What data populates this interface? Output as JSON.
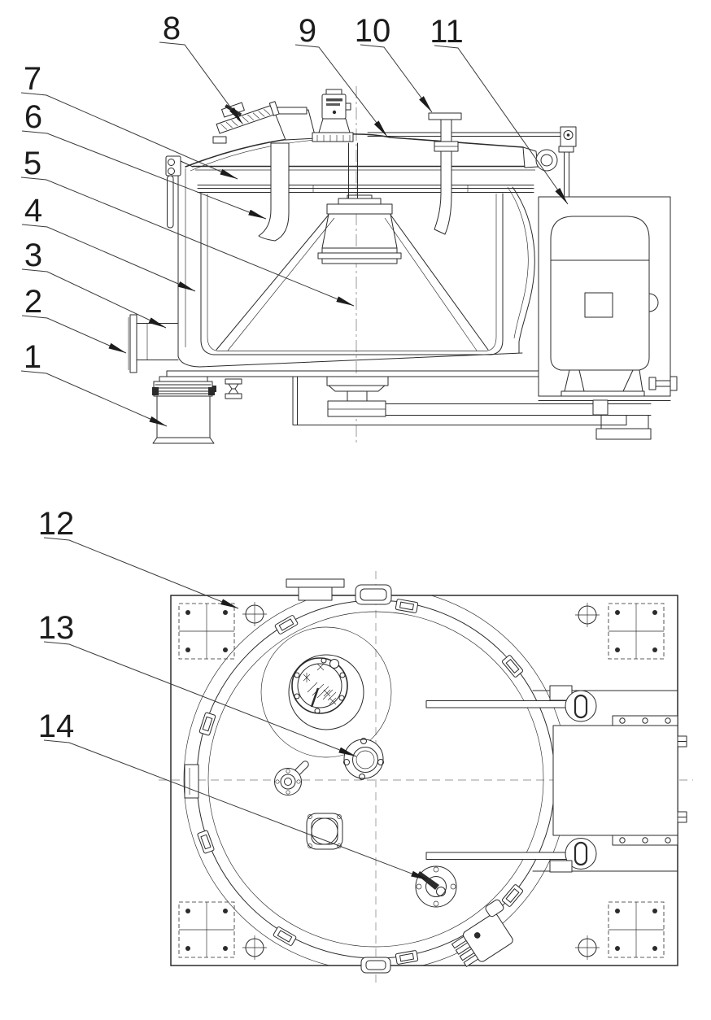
{
  "canvas": {
    "background": "#ffffff",
    "line_color": "#2b2b2b",
    "label_color": "#1c1c1c"
  },
  "views": {
    "side_view_callout_count": 11,
    "plan_view_callout_count": 3
  },
  "callouts": [
    {
      "number": "1"
    },
    {
      "number": "2"
    },
    {
      "number": "3"
    },
    {
      "number": "4"
    },
    {
      "number": "5"
    },
    {
      "number": "6"
    },
    {
      "number": "7"
    },
    {
      "number": "8"
    },
    {
      "number": "9"
    },
    {
      "number": "10"
    },
    {
      "number": "11"
    },
    {
      "number": "12"
    },
    {
      "number": "13"
    },
    {
      "number": "14"
    }
  ]
}
